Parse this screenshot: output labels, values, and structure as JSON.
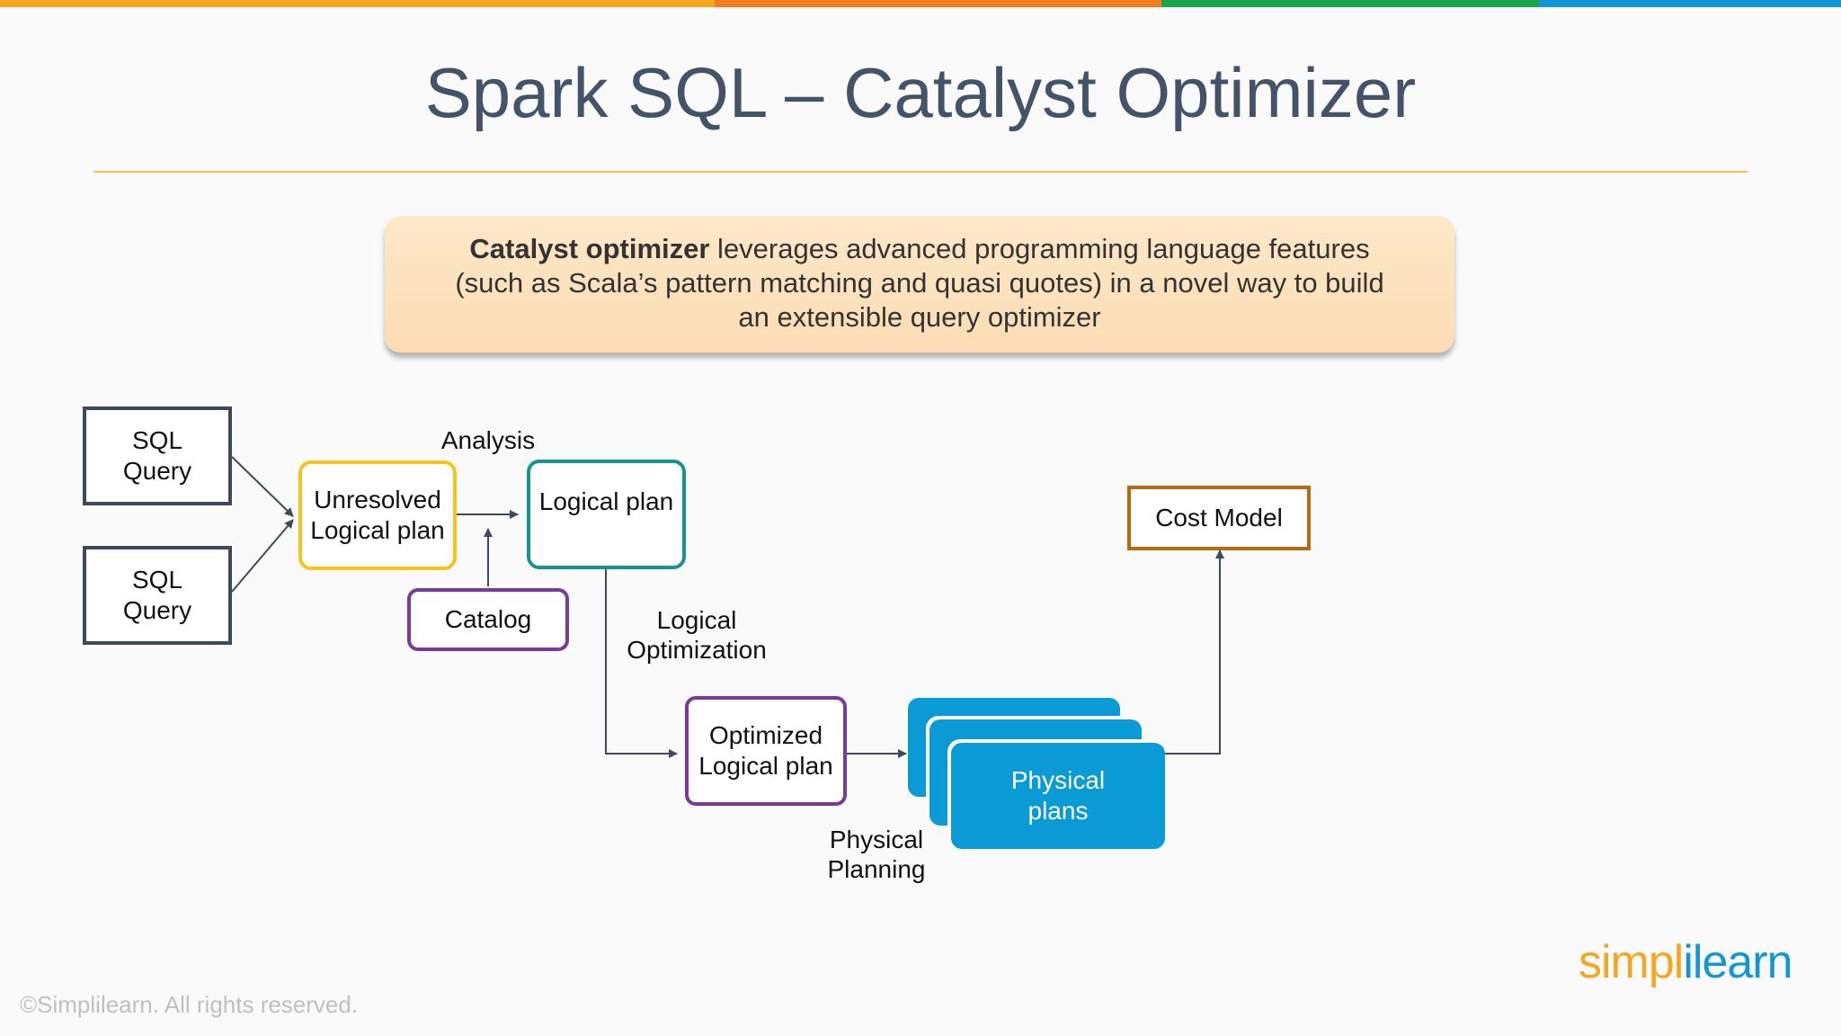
{
  "colors": {
    "topbar": [
      "#f5a623",
      "#ef7d22",
      "#1ea34a",
      "#1296d6"
    ],
    "title": "#435369",
    "rule": "#f0c35a",
    "callout_bg": "#fde8c8",
    "sql_border": "#3e4a5c",
    "unresolved_border": "#f5c31c",
    "logical_border": "#16958f",
    "catalog_border": "#7a3a96",
    "cost_border": "#b56a14",
    "physical_fill": "#0a9bd6"
  },
  "title": "Spark SQL – Catalyst Optimizer",
  "callout": {
    "bold": "Catalyst optimizer",
    "line1": " leverages advanced programming language features",
    "line2": "(such as Scala’s pattern matching and quasi quotes) in a novel way to build",
    "line3": "an extensible query optimizer"
  },
  "diagram": {
    "sql_query_1": "SQL\nQuery",
    "sql_query_2": "SQL\nQuery",
    "unresolved": "Unresolved\nLogical plan",
    "logical_plan": "Logical plan",
    "catalog": "Catalog",
    "optimized": "Optimized\nLogical plan",
    "physical_plans": "Physical\nplans",
    "cost_model": "Cost Model",
    "label_analysis": "Analysis",
    "label_logical_optimization": "Logical\nOptimization",
    "label_physical_planning": "Physical\nPlanning"
  },
  "footer": "©Simplilearn. All rights reserved.",
  "logo": {
    "part1": "simpl",
    "part2": "i",
    "part3": "learn"
  }
}
